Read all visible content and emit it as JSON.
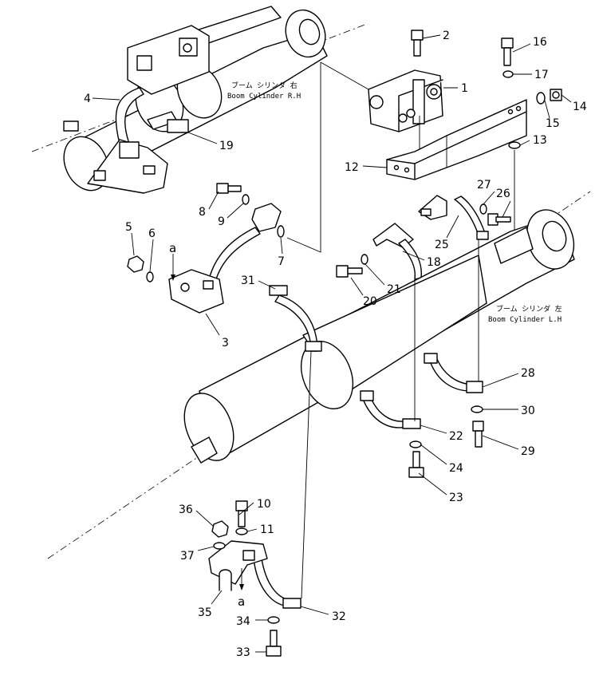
{
  "labels": {
    "rh_jp": "ブーム シリンダ 右",
    "rh_en": "Boom Cylinder R.H",
    "lh_jp": "ブーム シリンダ 左",
    "lh_en": "Boom Cylinder L.H"
  },
  "marks": {
    "a_top": "a",
    "a_bottom": "a"
  },
  "callouts": [
    "1",
    "2",
    "3",
    "4",
    "5",
    "6",
    "7",
    "8",
    "9",
    "10",
    "11",
    "12",
    "13",
    "14",
    "15",
    "16",
    "17",
    "18",
    "19",
    "20",
    "21",
    "22",
    "23",
    "24",
    "25",
    "26",
    "27",
    "28",
    "29",
    "30",
    "31",
    "32",
    "33",
    "34",
    "35",
    "36",
    "37"
  ]
}
